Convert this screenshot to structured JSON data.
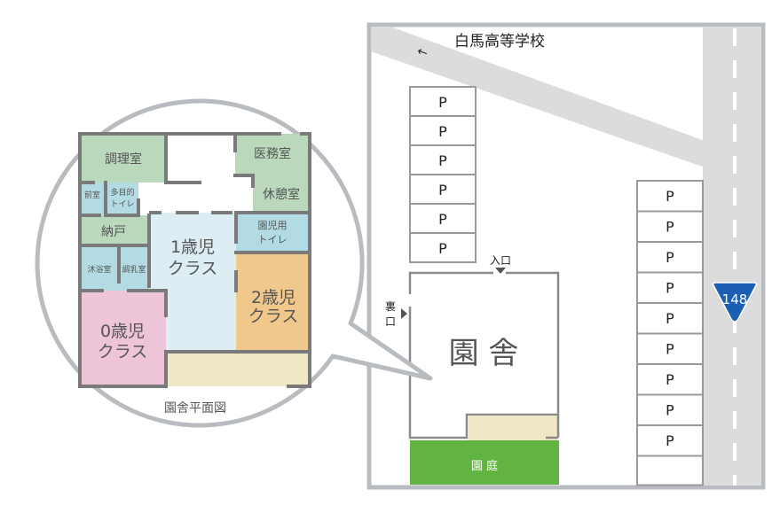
{
  "site_map": {
    "school_label": "白馬高等学校",
    "school_arrow": "←",
    "building_label": "園 舎",
    "entrance_label": "入口",
    "back_entrance_label_1": "裏",
    "back_entrance_label_2": "口",
    "garden_label": "園 庭",
    "route_number": "148",
    "parking_left": [
      "P",
      "P",
      "P",
      "P",
      "P",
      "P"
    ],
    "parking_right": [
      "P",
      "P",
      "P",
      "P",
      "P",
      "P",
      "P",
      "P",
      "P",
      ""
    ],
    "colors": {
      "road": "#dcdcdc",
      "border": "#b8bcc0",
      "garden": "#62b442",
      "terrace": "#f0e8c4",
      "route_sign": "#1a5fb4"
    }
  },
  "floor_plan": {
    "caption": "園舎平面図",
    "rooms": {
      "kitchen": "調理室",
      "medical": "医務室",
      "anteroom": "前室",
      "multi_toilet_1": "多目的",
      "multi_toilet_2": "トイレ",
      "rest": "休憩室",
      "storage": "納戸",
      "child_toilet_1": "園児用",
      "child_toilet_2": "トイレ",
      "bath": "沐浴室",
      "formula": "調乳室",
      "class1_1": "1歳児",
      "class1_2": "クラス",
      "class2_1": "2歳児",
      "class2_2": "クラス",
      "class0_1": "0歳児",
      "class0_2": "クラス"
    },
    "colors": {
      "green": "#b9d8bc",
      "blue": "#b3dbe3",
      "lightblue": "#dcedf3",
      "orange": "#f0c88c",
      "pink": "#eec4d9",
      "beige": "#f0e8c4",
      "wall": "#7a7a7a"
    }
  }
}
